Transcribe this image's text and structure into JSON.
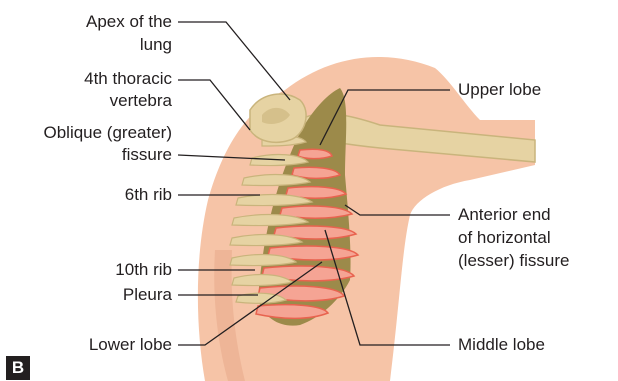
{
  "figure": {
    "panel_label": "B",
    "labels": {
      "apex_line1": "Apex of the",
      "apex_line2": "lung",
      "vertebra_line1": "4th thoracic",
      "vertebra_line2": "vertebra",
      "oblique_line1": "Oblique (greater)",
      "oblique_line2": "fissure",
      "sixth_rib": "6th rib",
      "tenth_rib": "10th rib",
      "pleura": "Pleura",
      "lower_lobe": "Lower lobe",
      "upper_lobe": "Upper lobe",
      "anterior_line1": "Anterior end",
      "anterior_line2": "of horizontal",
      "anterior_line3": "(lesser) fissure",
      "middle_lobe": "Middle lobe"
    },
    "colors": {
      "skin": "#f6c4a7",
      "skin_dark": "#e8a98a",
      "bone": "#e6d3a3",
      "bone_shadow": "#c9b47c",
      "lung": "#9c8a4a",
      "pleura": "#e8634f",
      "pleura_light": "#f5a494",
      "leader": "#231f20"
    }
  }
}
